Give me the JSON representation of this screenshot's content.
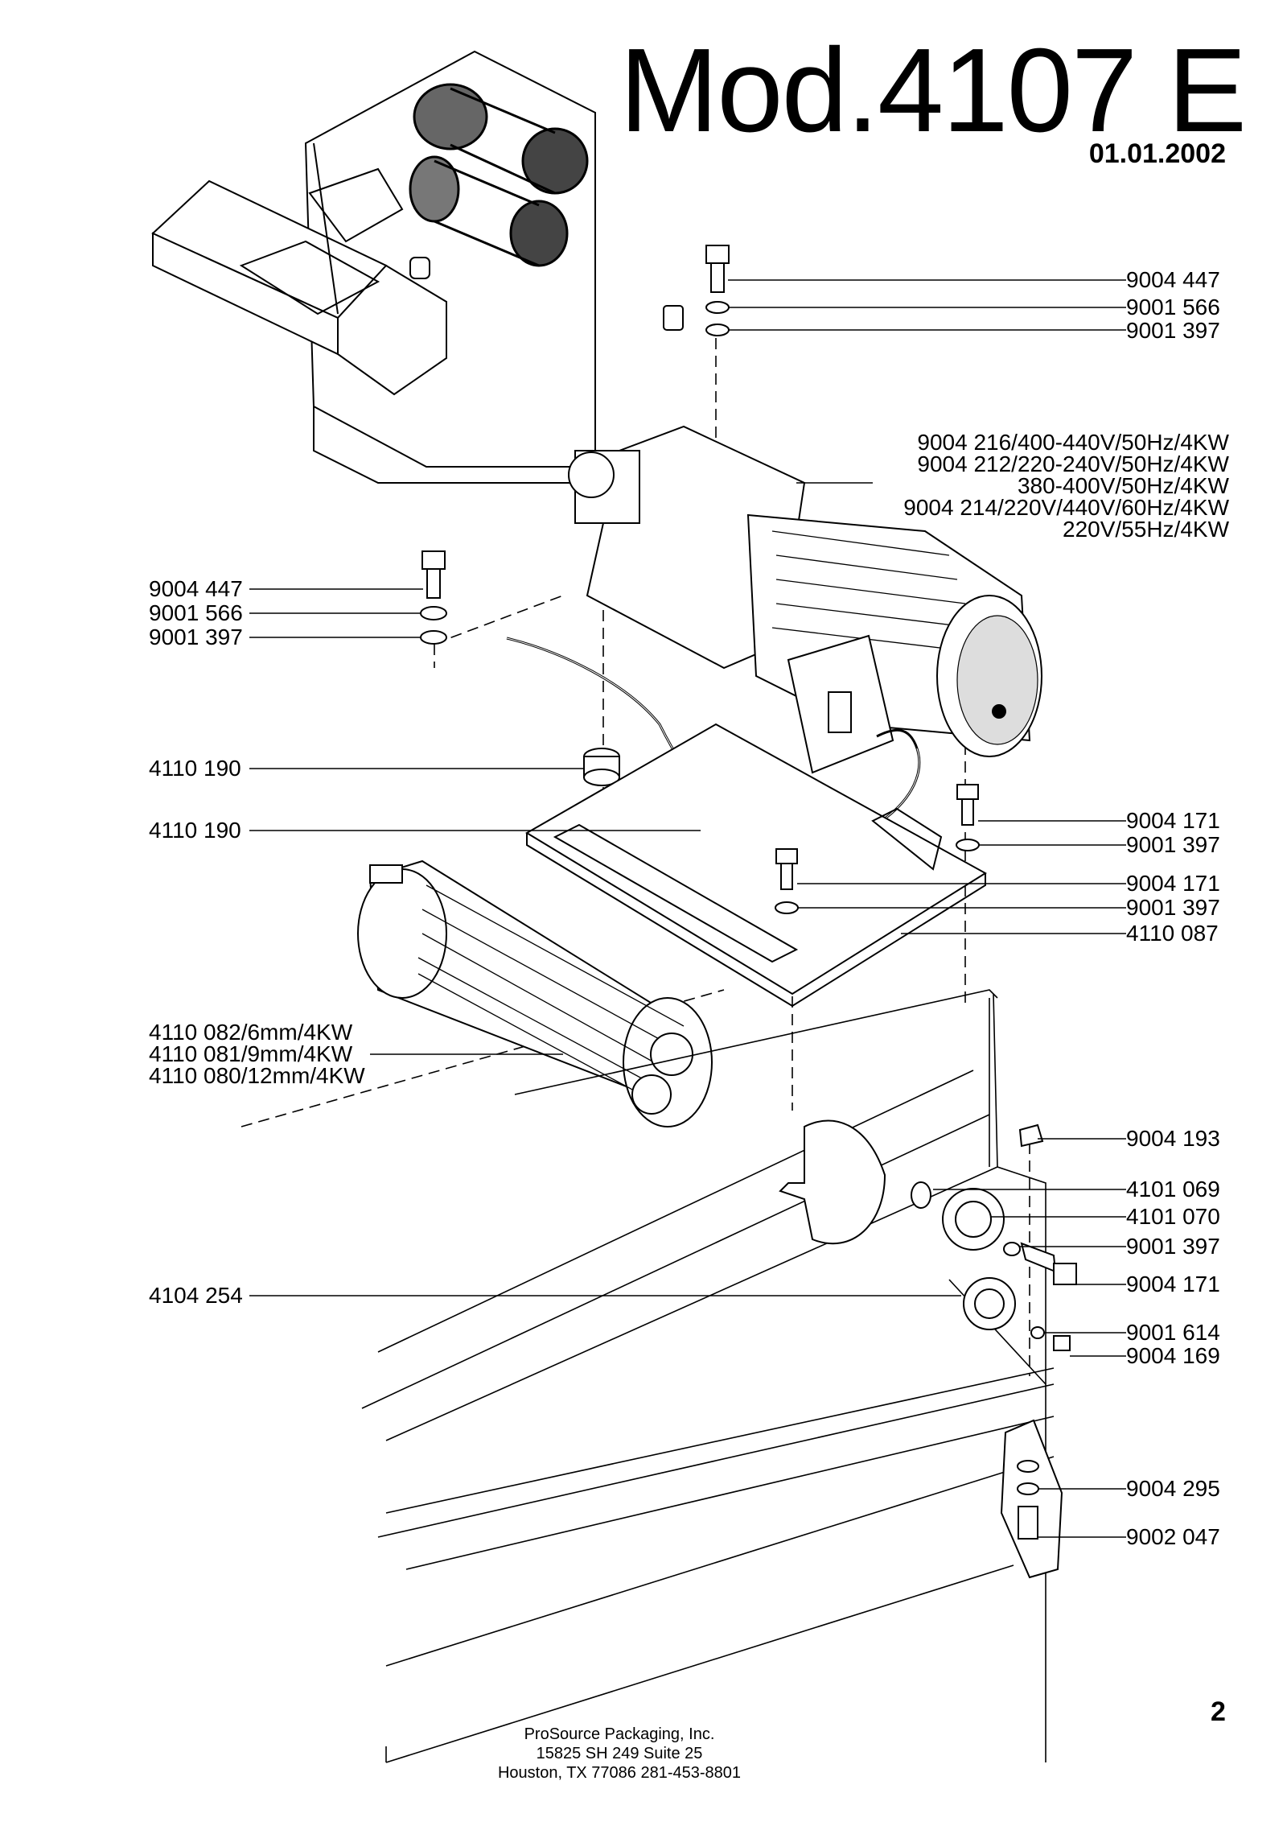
{
  "header": {
    "model": "Mod.4107 E",
    "date": "01.01.2002"
  },
  "motor_callouts": [
    "9004 216/400-440V/50Hz/4KW",
    "9004 212/220-240V/50Hz/4KW",
    "380-400V/50Hz/4KW",
    "9004 214/220V/440V/60Hz/4KW",
    "220V/55Hz/4KW"
  ],
  "right_callouts": [
    "9004 447",
    "9001 566",
    "9001 397",
    "9004 171",
    "9001 397",
    "9004 171",
    "9001 397",
    "4110 087",
    "9004 193",
    "4101 069",
    "4101 070",
    "9001 397",
    "9004 171",
    "9001 614",
    "9004 169",
    "9004 295",
    "9002 047"
  ],
  "left_callouts": [
    "9004 447",
    "9001 566",
    "9001 397",
    "4110 190",
    "4110 190",
    "4110 082/6mm/4KW",
    "4110 081/9mm/4KW",
    "4110 080/12mm/4KW",
    "4104 254"
  ],
  "page_number": "2",
  "footer": {
    "company": "ProSource Packaging, Inc.",
    "address": "15825 SH 249 Suite 25",
    "city_phone": "Houston, TX 77086   281-453-8801"
  }
}
